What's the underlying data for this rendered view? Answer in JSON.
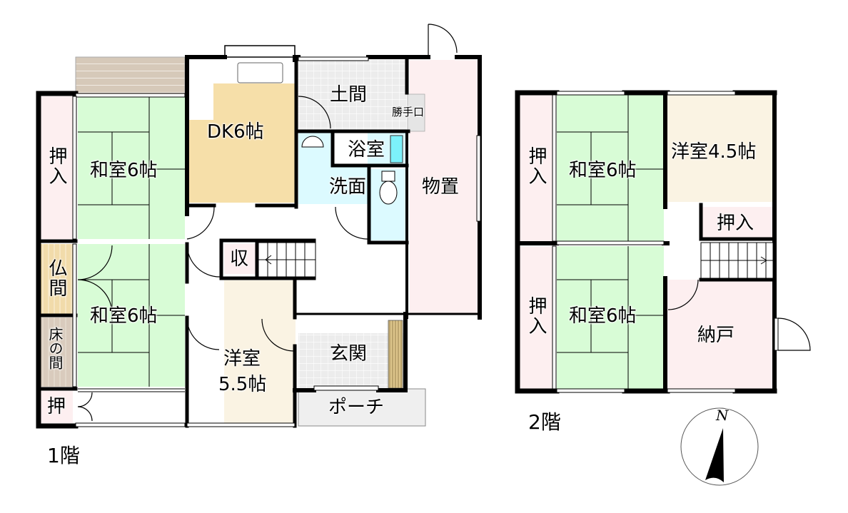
{
  "floors": [
    {
      "label": "1階",
      "rooms": {
        "washitsu_north": "和室6帖",
        "washitsu_south": "和室6帖",
        "oshiire_west": "押入",
        "butsuma": "仏間",
        "tokonoma": "床の間",
        "oshi_small": "押",
        "dk": "DK6帖",
        "doma": "土間",
        "katteguchi": "勝手口",
        "yokushitsu": "浴室",
        "senmen": "洗面",
        "monooki": "物置",
        "shuno": "収",
        "yoshitsu": "洋室",
        "yoshitsu_size": "5.5帖",
        "genkan": "玄関",
        "porch": "ポーチ"
      }
    },
    {
      "label": "2階",
      "rooms": {
        "oshiire_north": "押入",
        "washitsu_north": "和室6帖",
        "yoshitsu": "洋室4.5帖",
        "oshiire_east": "押入",
        "oshiire_south": "押入",
        "washitsu_south": "和室6帖",
        "nando": "納戸"
      }
    }
  ],
  "compass": {
    "label": "N",
    "icon": "north-arrow-icon"
  },
  "colors": {
    "tatami": "#d8fcd6",
    "oshiire": "#fdeff0",
    "dk": "#f6dfa9",
    "wash": "#dcfaff",
    "bath_tub": "#7cf2fb",
    "western": "#faf3e3",
    "butsuma": "#f1dbaa",
    "tokonoma": "#d9cbbd",
    "deck": "#d6c9b9",
    "tile": "#ececec",
    "porch": "#efefef",
    "shoebox": "#dcc48a",
    "wall": "#000000"
  }
}
